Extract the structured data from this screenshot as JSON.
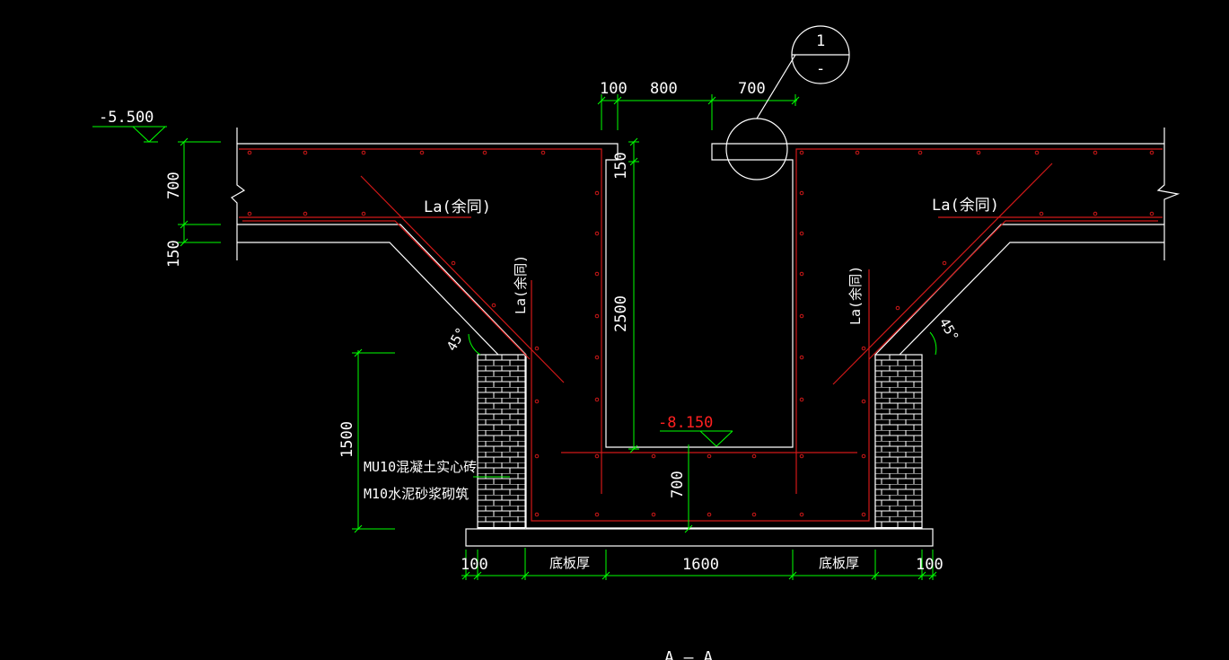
{
  "colors": {
    "background": "#000000",
    "outline": "#ffffff",
    "rebar": "#d01818",
    "dimension": "#00ff00",
    "elevation_red": "#ff2020"
  },
  "elevations": {
    "top": "-5.500",
    "bottom": "-8.150"
  },
  "dimensions": {
    "top_gap_left": "100",
    "top_gap_mid": "800",
    "top_gap_right": "700",
    "slab_thickness": "700",
    "slab_lower": "150",
    "pit_top_step": "150",
    "pit_depth": "2500",
    "wall_height": "1500",
    "bottom_depth": "700",
    "bottom_left": "100",
    "bottom_plate_left": "底板厚",
    "bottom_center": "1600",
    "bottom_plate_right": "底板厚",
    "bottom_right": "100"
  },
  "labels": {
    "anchor_left_top": "La(余同)",
    "anchor_right_top": "La(余同)",
    "anchor_left_vertical": "La(余同)",
    "anchor_right_vertical": "La(余同)",
    "angle_left": "45°",
    "angle_right": "45°",
    "brick_line1": "MU10混凝土实心砖",
    "brick_line2": "M10水泥砂浆砌筑"
  },
  "detail_marker": {
    "number": "1",
    "sheet": "-"
  },
  "section_title": "A — A"
}
